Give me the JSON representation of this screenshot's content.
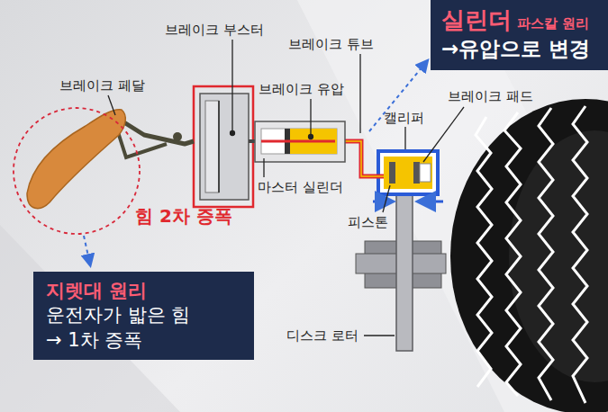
{
  "diagram": {
    "nodes": [
      {
        "text": [
          "실린더",
          "파스칼 원리",
          "→유압으로 변경"
        ]
      },
      {
        "text": [
          "지렛대 원리",
          "운전자가 밟은 힘 → 1차 증폭"
        ]
      }
    ],
    "labels": [
      "브레이크 부스터",
      "브레이크 튜브",
      "브레이크 페달",
      "브레이크 유압",
      "브레이크 패드",
      "캘리퍼",
      "힘 2차 증폭",
      "마스터 실린더",
      "피스톤",
      "디스크 로터"
    ]
  }
}
